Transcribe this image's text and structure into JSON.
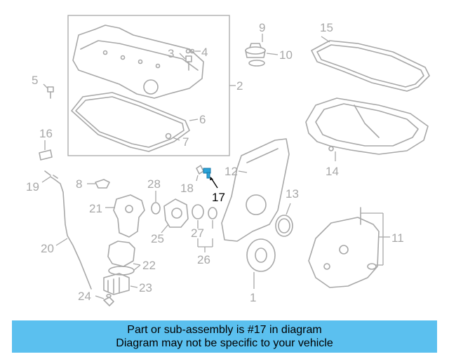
{
  "diagram": {
    "callouts": {
      "c1": "1",
      "c2": "2",
      "c3": "3",
      "c4": "4",
      "c5": "5",
      "c6": "6",
      "c7": "7",
      "c8": "8",
      "c9": "9",
      "c10": "10",
      "c11": "11",
      "c12": "12",
      "c13": "13",
      "c14": "14",
      "c15": "15",
      "c16": "16",
      "c17": "17",
      "c18": "18",
      "c19": "19",
      "c20": "20",
      "c21": "21",
      "c22": "22",
      "c23": "23",
      "c24": "24",
      "c25": "25",
      "c26": "26",
      "c27": "27",
      "c28": "28"
    },
    "highlighted_part": "17",
    "highlight_color": "#2aa3d8",
    "line_color": "#a8a8a8"
  },
  "banner": {
    "line1": "Part or sub-assembly is #17 in diagram",
    "line2": "Diagram may not be specific to your vehicle",
    "background": "#5bc0ef"
  }
}
